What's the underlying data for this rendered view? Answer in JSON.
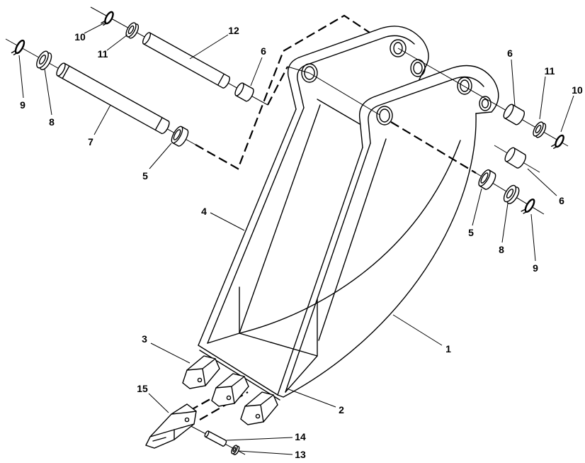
{
  "diagram": {
    "callouts": [
      "10",
      "11",
      "12",
      "6",
      "9",
      "8",
      "7",
      "5",
      "4",
      "3",
      "15",
      "14",
      "13",
      "2",
      "1",
      "6",
      "11",
      "10",
      "6",
      "5",
      "8",
      "9"
    ]
  },
  "colors": {
    "line": "#000000",
    "background": "#ffffff"
  }
}
